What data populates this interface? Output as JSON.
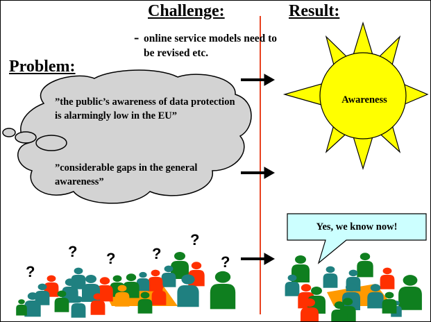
{
  "headings": {
    "challenge": "Challenge:",
    "result": "Result:",
    "problem": "Problem:"
  },
  "challenge": {
    "dash": "-",
    "text": "online service models need to be revised etc."
  },
  "problem": {
    "quote1": "”the public’s awareness of data protection is alarmingly low in the EU”",
    "quote2": "”considerable gaps in the general awareness”"
  },
  "result": {
    "sun_label": "Awareness",
    "speech_bubble": "Yes, we know now!"
  },
  "crowd": {
    "question_mark": "?"
  },
  "colors": {
    "divider": "#e8411e",
    "cloud_fill": "#d3d3d3",
    "sun_fill": "#ffff00",
    "bubble_fill": "#ccffff",
    "person_colors": [
      "#0f7f1f",
      "#1f8080",
      "#ff3000",
      "#ff9900"
    ]
  }
}
